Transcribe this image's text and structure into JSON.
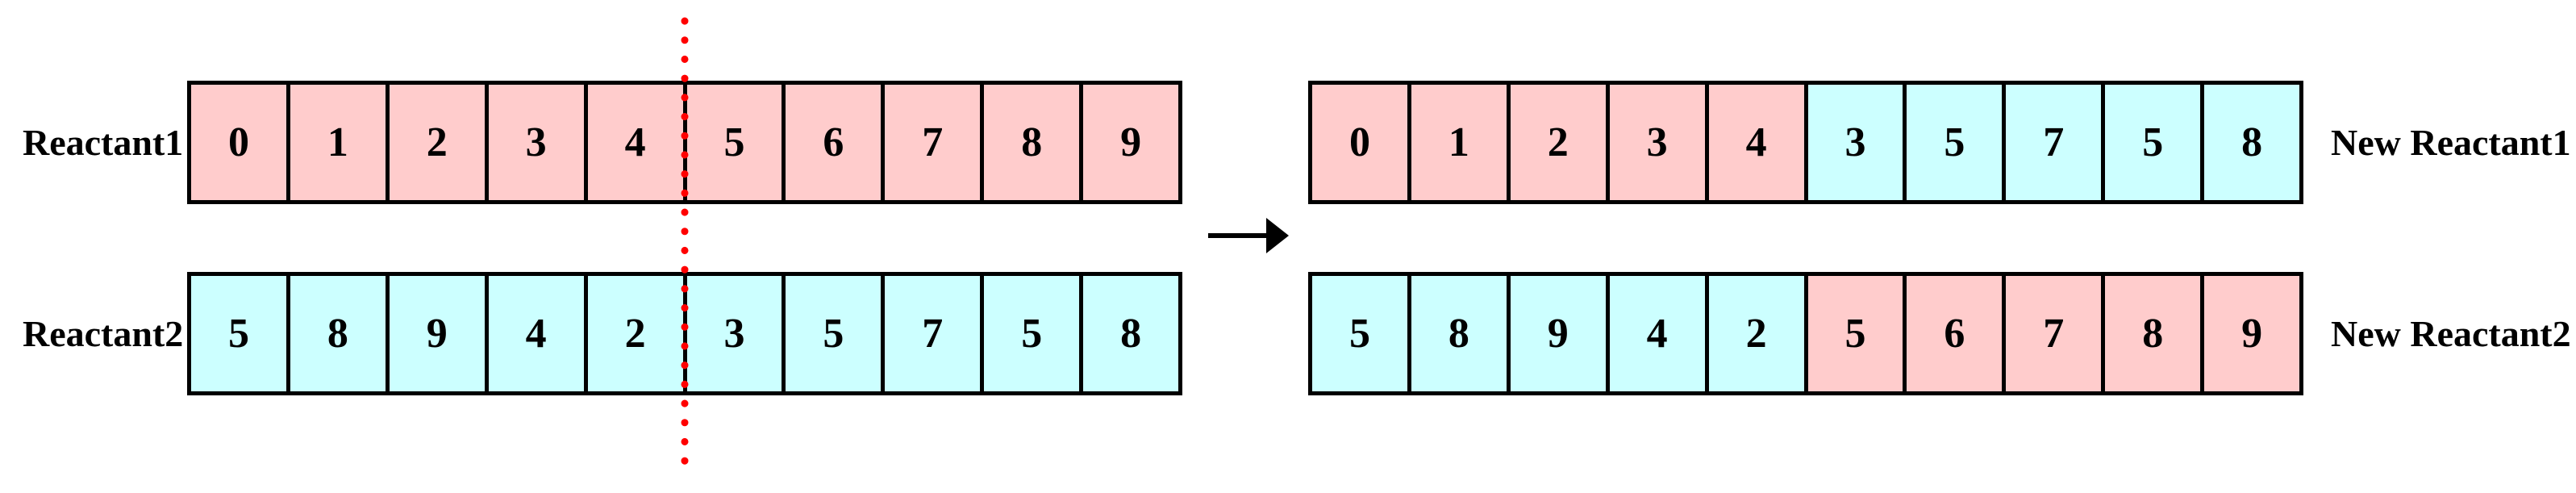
{
  "diagram": {
    "left_section": {
      "rows": [
        {
          "label": "Reactant1",
          "cells": [
            {
              "value": "0",
              "fill": "#FFCCCC"
            },
            {
              "value": "1",
              "fill": "#FFCCCC"
            },
            {
              "value": "2",
              "fill": "#FFCCCC"
            },
            {
              "value": "3",
              "fill": "#FFCCCC"
            },
            {
              "value": "4",
              "fill": "#FFCCCC"
            },
            {
              "value": "5",
              "fill": "#FFCCCC"
            },
            {
              "value": "6",
              "fill": "#FFCCCC"
            },
            {
              "value": "7",
              "fill": "#FFCCCC"
            },
            {
              "value": "8",
              "fill": "#FFCCCC"
            },
            {
              "value": "9",
              "fill": "#FFCCCC"
            }
          ]
        },
        {
          "label": "Reactant2",
          "cells": [
            {
              "value": "5",
              "fill": "#CCFFFF"
            },
            {
              "value": "8",
              "fill": "#CCFFFF"
            },
            {
              "value": "9",
              "fill": "#CCFFFF"
            },
            {
              "value": "4",
              "fill": "#CCFFFF"
            },
            {
              "value": "2",
              "fill": "#CCFFFF"
            },
            {
              "value": "3",
              "fill": "#CCFFFF"
            },
            {
              "value": "5",
              "fill": "#CCFFFF"
            },
            {
              "value": "7",
              "fill": "#CCFFFF"
            },
            {
              "value": "5",
              "fill": "#CCFFFF"
            },
            {
              "value": "8",
              "fill": "#CCFFFF"
            }
          ]
        }
      ]
    },
    "right_section": {
      "rows": [
        {
          "label": "New Reactant1",
          "cells": [
            {
              "value": "0",
              "fill": "#FFCCCC"
            },
            {
              "value": "1",
              "fill": "#FFCCCC"
            },
            {
              "value": "2",
              "fill": "#FFCCCC"
            },
            {
              "value": "3",
              "fill": "#FFCCCC"
            },
            {
              "value": "4",
              "fill": "#FFCCCC"
            },
            {
              "value": "3",
              "fill": "#CCFFFF"
            },
            {
              "value": "5",
              "fill": "#CCFFFF"
            },
            {
              "value": "7",
              "fill": "#CCFFFF"
            },
            {
              "value": "5",
              "fill": "#CCFFFF"
            },
            {
              "value": "8",
              "fill": "#CCFFFF"
            }
          ]
        },
        {
          "label": "New Reactant2",
          "cells": [
            {
              "value": "5",
              "fill": "#CCFFFF"
            },
            {
              "value": "8",
              "fill": "#CCFFFF"
            },
            {
              "value": "9",
              "fill": "#CCFFFF"
            },
            {
              "value": "4",
              "fill": "#CCFFFF"
            },
            {
              "value": "2",
              "fill": "#CCFFFF"
            },
            {
              "value": "5",
              "fill": "#FFCCCC"
            },
            {
              "value": "6",
              "fill": "#FFCCCC"
            },
            {
              "value": "7",
              "fill": "#FFCCCC"
            },
            {
              "value": "8",
              "fill": "#FFCCCC"
            },
            {
              "value": "9",
              "fill": "#FFCCCC"
            }
          ]
        }
      ]
    },
    "crossover_point_index": 5,
    "colors": {
      "reactant1_fill": "#FFCCCC",
      "reactant2_fill": "#CCFFFF",
      "cell_border": "#000000",
      "crossover_line": "#FF0000",
      "arrow": "#000000",
      "background": "#FFFFFF"
    }
  }
}
